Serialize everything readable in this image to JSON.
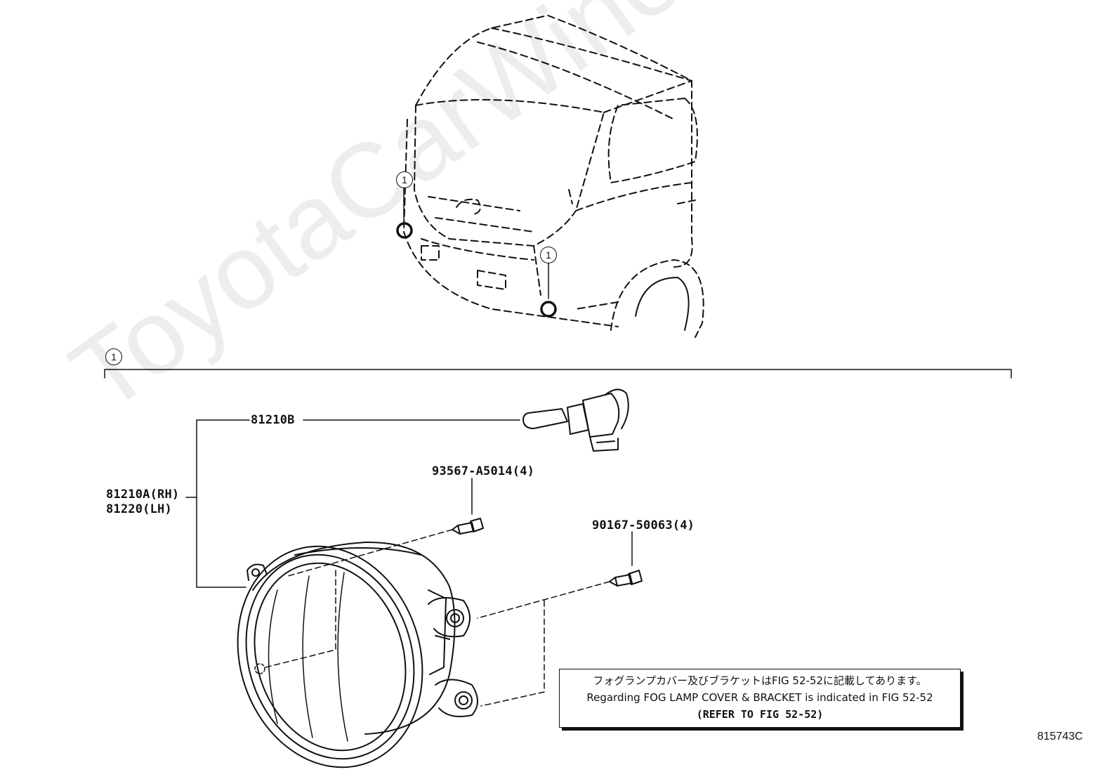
{
  "watermark": "ToyotaCarWine.ru",
  "callouts": {
    "vehicle_left": "1",
    "vehicle_right": "1",
    "section": "1"
  },
  "parts": {
    "bulb": "81210B",
    "lamp_rh": "81210A(RH)",
    "lamp_lh": "81220(LH)",
    "bolt_upper": "93567-A5014(4)",
    "bolt_lower": "90167-50063(4)"
  },
  "note": {
    "line_jp": "フォグランプカバー及びブラケットはFIG 52-52に記載してあります。",
    "line_en": "Regarding FOG LAMP COVER & BRACKET is indicated in FIG 52-52",
    "line_ref": "(REFER TO FIG 52-52)"
  },
  "figure_id": "815743C"
}
